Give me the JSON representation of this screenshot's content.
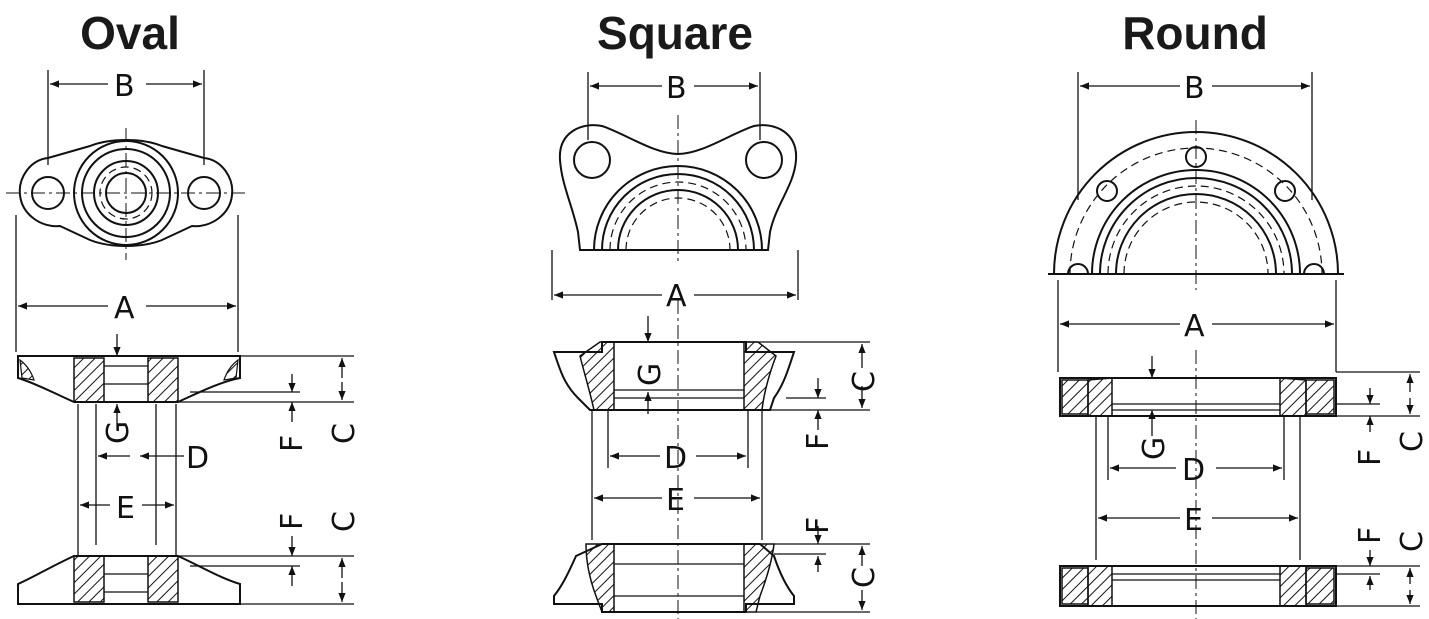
{
  "panels": [
    {
      "id": "oval",
      "title": "Oval"
    },
    {
      "id": "square",
      "title": "Square"
    },
    {
      "id": "round",
      "title": "Round"
    }
  ],
  "dimension_labels": {
    "A": "A",
    "B": "B",
    "C": "C",
    "D": "D",
    "E": "E",
    "F": "F",
    "G": "G"
  }
}
